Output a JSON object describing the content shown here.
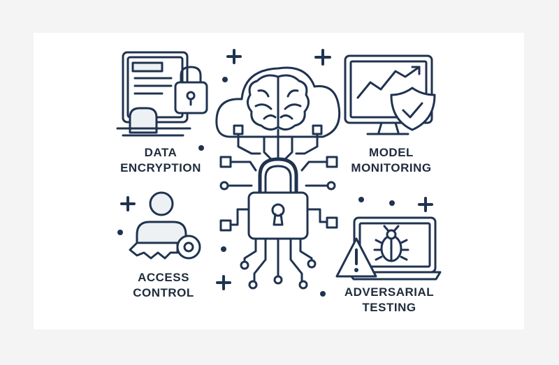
{
  "colors": {
    "background": "#f4f4f4",
    "card": "#ffffff",
    "stroke": "#1f3350",
    "fill_light": "#eef1f4",
    "text": "#1f2c3d"
  },
  "sections": {
    "data_encryption": {
      "line1": "DATA",
      "line2": "ENCRYPTION",
      "icon": "document-lock-icon"
    },
    "model_monitoring": {
      "line1": "MODEL",
      "line2": "MONITORING",
      "icon": "monitor-shield-icon"
    },
    "access_control": {
      "line1": "ACCESS",
      "line2": "CONTROL",
      "icon": "user-key-icon"
    },
    "adversarial_testing": {
      "line1": "ADVERSARIAL",
      "line2": "TESTING",
      "icon": "laptop-bug-warning-icon"
    }
  },
  "center": {
    "icon": "cloud-brain-padlock-circuit-icon"
  }
}
